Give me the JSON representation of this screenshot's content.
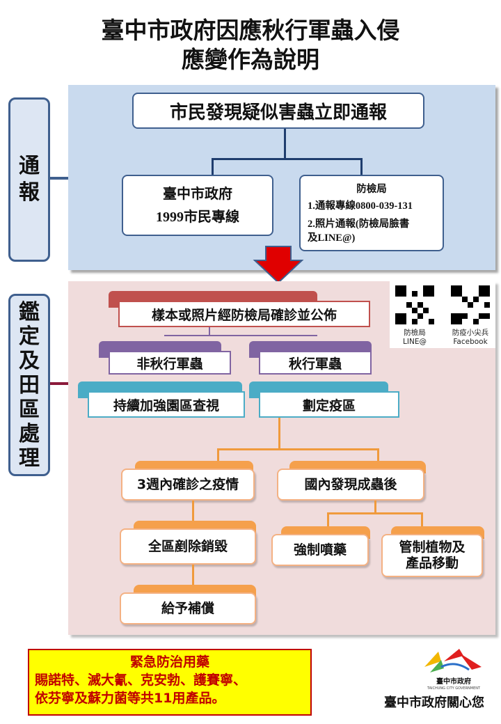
{
  "title": {
    "line1": "臺中市政府因應秋行軍蟲入侵",
    "line2": "應變作為說明"
  },
  "sections": {
    "report": {
      "chars": [
        "通",
        "報"
      ]
    },
    "handling": {
      "chars": [
        "鑑",
        "定",
        "及",
        "田",
        "區",
        "處",
        "理"
      ]
    }
  },
  "report": {
    "top_box": "市民發現疑似害蟲立即通報",
    "city_box": {
      "line1": "臺中市政府",
      "line2": "1999市民專線"
    },
    "bureau_box": {
      "title": "防檢局",
      "item1": "1.通報專線0800-039-131",
      "item2": "2.照片通報(防檢局臉書",
      "item3": "及LINE@)"
    }
  },
  "handling": {
    "diagnosis": "樣本或照片經防檢局確診並公佈",
    "non_faw": "非秋行軍蟲",
    "faw": "秋行軍蟲",
    "continue_check": "持續加強園區查視",
    "delineate": "劃定疫區",
    "three_weeks": "3週內確診之疫情",
    "domestic_adult": "國內發現成蟲後",
    "destroy": "全區剷除銷毀",
    "compensate": "給予補償",
    "spray": "強制噴藥",
    "control": {
      "line1": "管制植物及",
      "line2": "產品移動"
    }
  },
  "qr_codes": [
    {
      "caption_line1": "防檢局",
      "caption_line2": "LINE@"
    },
    {
      "caption_line1": "防疫小尖兵",
      "caption_line2": "Facebook"
    }
  ],
  "emergency": {
    "title": "緊急防治用藥",
    "line1": "賜諾特、滅大氰、克安勃、護賽寧、",
    "line2": "依芬寧及蘇力菌等共11用產品。"
  },
  "footer": {
    "logo_text": "臺中市政府",
    "logo_subtext": "TAICHUNG CITY GOVERNMENT",
    "slogan": "臺中市政府關心您"
  },
  "colors": {
    "blue_panel": "#c9daee",
    "pink_panel": "#f0dcdc",
    "red_header": "#c0504d",
    "purple_header": "#8064a2",
    "teal_header": "#4bacc6",
    "orange_header": "#f5a04c",
    "arrow": "#e00000",
    "emergency_bg": "#ffff00",
    "emergency_text": "#c00000"
  },
  "icons": [
    "down-arrow-icon",
    "qr-code-icon",
    "taichung-logo-icon"
  ]
}
